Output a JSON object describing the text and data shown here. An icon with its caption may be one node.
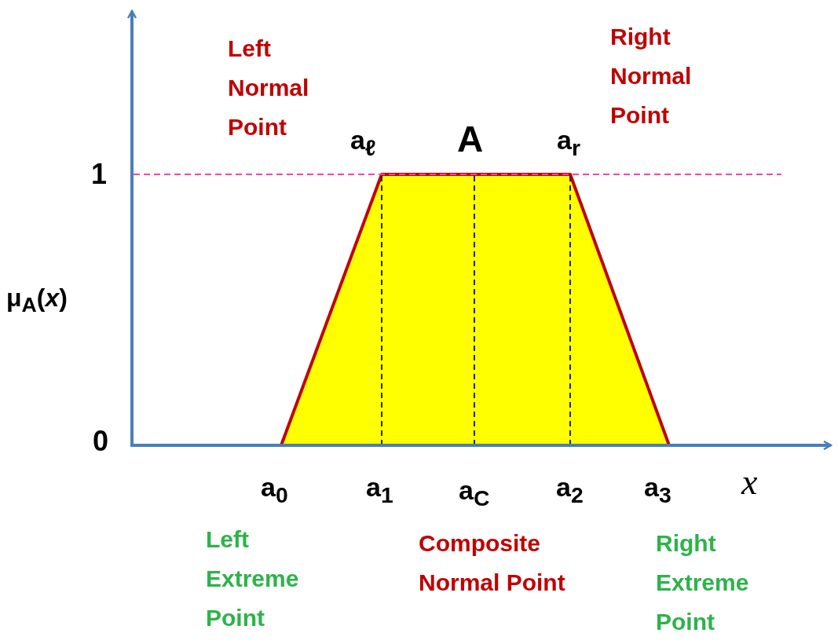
{
  "diagram": {
    "labels": [
      "Left Normal Point",
      "Right Normal Point",
      "a$_{ℓ}$",
      "A",
      "a$_{r}$",
      "1",
      "μ$_{A}$(*x*)",
      "0",
      "a$_{0}$",
      "a$_{1}$",
      "a$_{C}$",
      "a$_{2}$",
      "a$_{3}$",
      "x",
      "Left Extreme Point",
      "Composite Normal Point",
      "Right Extreme Point"
    ]
  }
}
